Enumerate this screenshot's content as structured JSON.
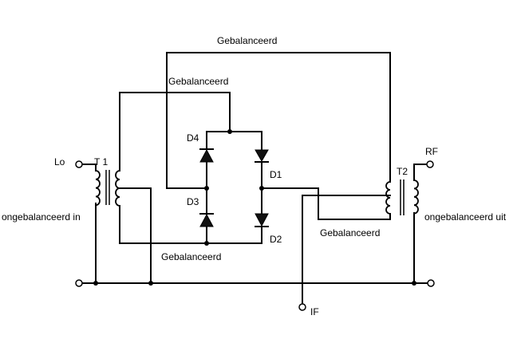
{
  "labels": {
    "lo": "Lo",
    "t1": "T 1",
    "t2": "T2",
    "rf": "RF",
    "if": "IF",
    "d1": "D1",
    "d2": "D2",
    "d3": "D3",
    "d4": "D4",
    "unbalanced_in": "ongebalanceerd in",
    "unbalanced_out": "ongebalanceerd uit",
    "balanced_top": "Gebalanceerd",
    "balanced_upper": "Gebalanceerd",
    "balanced_lower": "Gebalanceerd",
    "balanced_right": "Gebalanceerd"
  }
}
